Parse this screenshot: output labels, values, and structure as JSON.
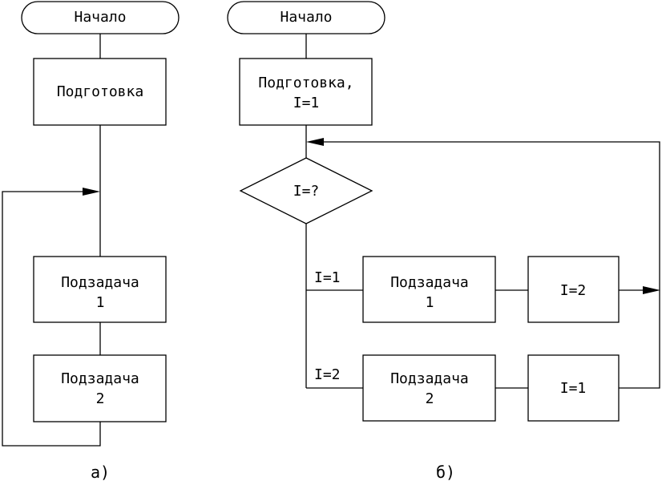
{
  "diagram_a": {
    "start": "Начало",
    "prepare": "Подготовка",
    "task1": [
      "Подзадача",
      "1"
    ],
    "task2": [
      "Подзадача",
      "2"
    ],
    "caption": "а)"
  },
  "diagram_b": {
    "start": "Начало",
    "prepare": [
      "Подготовка,",
      "I=1"
    ],
    "decision": "I=?",
    "branch1_label": "I=1",
    "branch2_label": "I=2",
    "task1": [
      "Подзадача",
      "1"
    ],
    "task2": [
      "Подзадача",
      "2"
    ],
    "assign1": "I=2",
    "assign2": "I=1",
    "caption": "б)"
  }
}
